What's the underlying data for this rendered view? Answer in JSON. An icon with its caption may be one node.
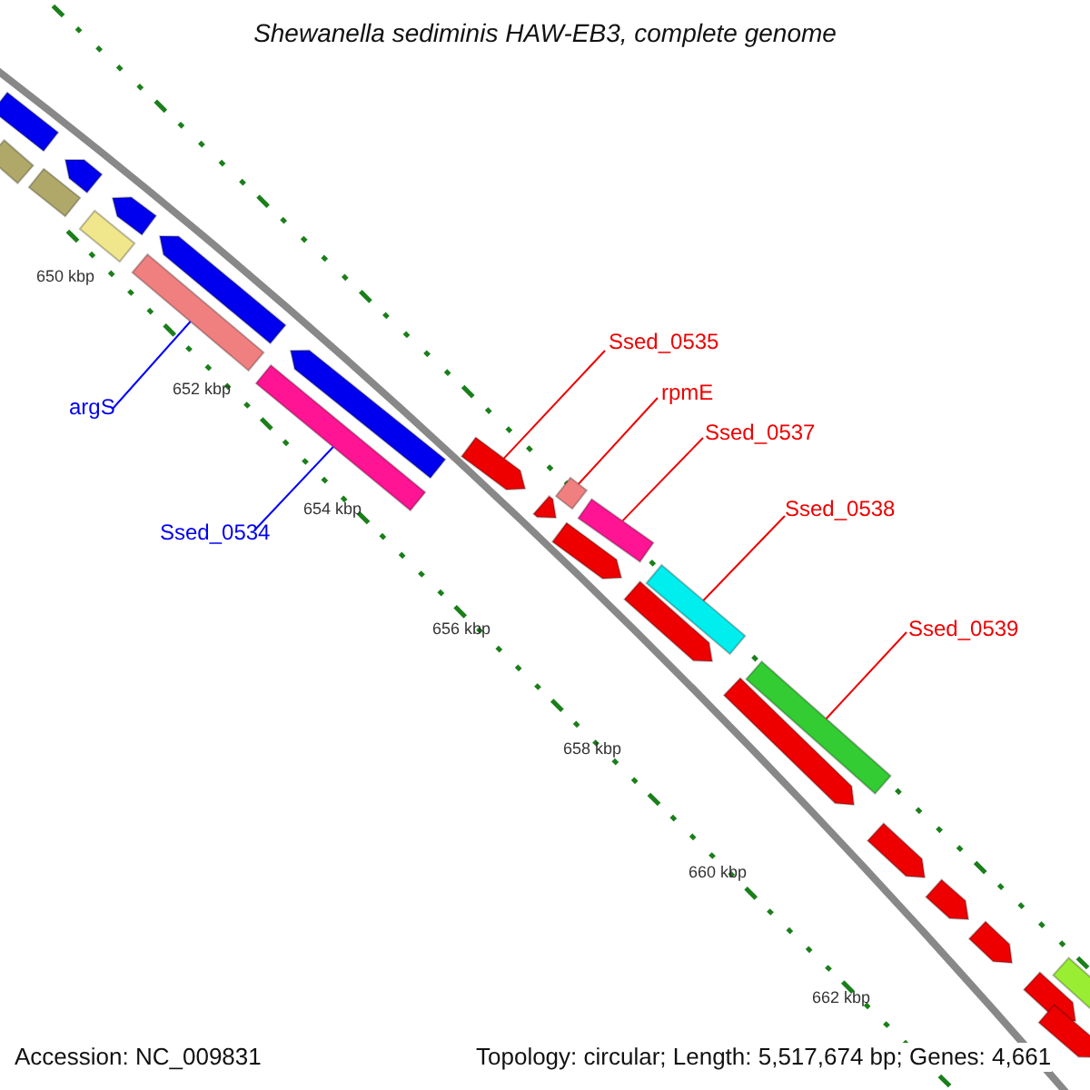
{
  "diagram": {
    "title": "Shewanella sediminis HAW-EB3, complete genome",
    "nodes": [
      {
        "text": [
          "Ssed_0535"
        ]
      },
      {
        "text": [
          "rpmE"
        ]
      },
      {
        "text": [
          "argS"
        ]
      },
      {
        "text": [
          "Ssed_0537"
        ]
      },
      {
        "text": [
          "Ssed_0538"
        ]
      },
      {
        "text": [
          "Ssed_0534"
        ]
      },
      {
        "text": [
          "Ssed_0539"
        ]
      },
      {
        "text": [],
        "shape": "bar"
      },
      {
        "text": [],
        "shape": "bar"
      },
      {
        "text": [],
        "shape": "bar"
      },
      {
        "text": [],
        "shape": "bar"
      },
      {
        "text": [],
        "shape": "bar"
      },
      {
        "text": [],
        "shape": "bar"
      },
      {
        "text": [],
        "shape": "bar"
      },
      {
        "text": [],
        "shape": "bar"
      },
      {
        "text": [],
        "shape": "bar"
      },
      {
        "text": [],
        "shape": "bar"
      },
      {
        "text": [],
        "shape": "bar"
      },
      {
        "text": [],
        "shape": "bar"
      },
      {
        "text": [],
        "shape": "bar"
      },
      {
        "text": [],
        "shape": "bar"
      },
      {
        "text": [],
        "shape": "bar"
      },
      {
        "text": [],
        "shape": "bar"
      },
      {
        "text": [],
        "shape": "bar"
      },
      {
        "text": [],
        "shape": "bar"
      },
      {
        "text": [],
        "shape": "bar"
      },
      {
        "text": [],
        "shape": "bar"
      },
      {
        "text": [],
        "shape": "bar"
      },
      {
        "text": [],
        "shape": "bar"
      },
      {
        "text": [],
        "shape": "bar"
      },
      {
        "text": [],
        "shape": "bar"
      },
      {
        "text": [],
        "shape": "bar"
      }
    ],
    "edges": [
      {
        "from": 0,
        "to": 17,
        "arrow": "none"
      },
      {
        "from": 1,
        "to": 20,
        "arrow": "none"
      },
      {
        "from": 2,
        "to": 13,
        "arrow": "none",
        "color": "#0000ff"
      },
      {
        "from": 3,
        "to": 21,
        "arrow": "none"
      },
      {
        "from": 4,
        "to": 23,
        "arrow": "none"
      },
      {
        "from": 5,
        "to": 15,
        "arrow": "none",
        "color": "#0000ff"
      },
      {
        "from": 6,
        "to": 25,
        "arrow": "none"
      }
    ],
    "labels": [
      "650 kbp",
      "652 kbp",
      "654 kbp",
      "656 kbp",
      "658 kbp",
      "660 kbp",
      "662 kbp",
      "Accession: NC_009831",
      "Topology: circular; Length: 5,517,674 bp; Genes: 4,661"
    ]
  }
}
